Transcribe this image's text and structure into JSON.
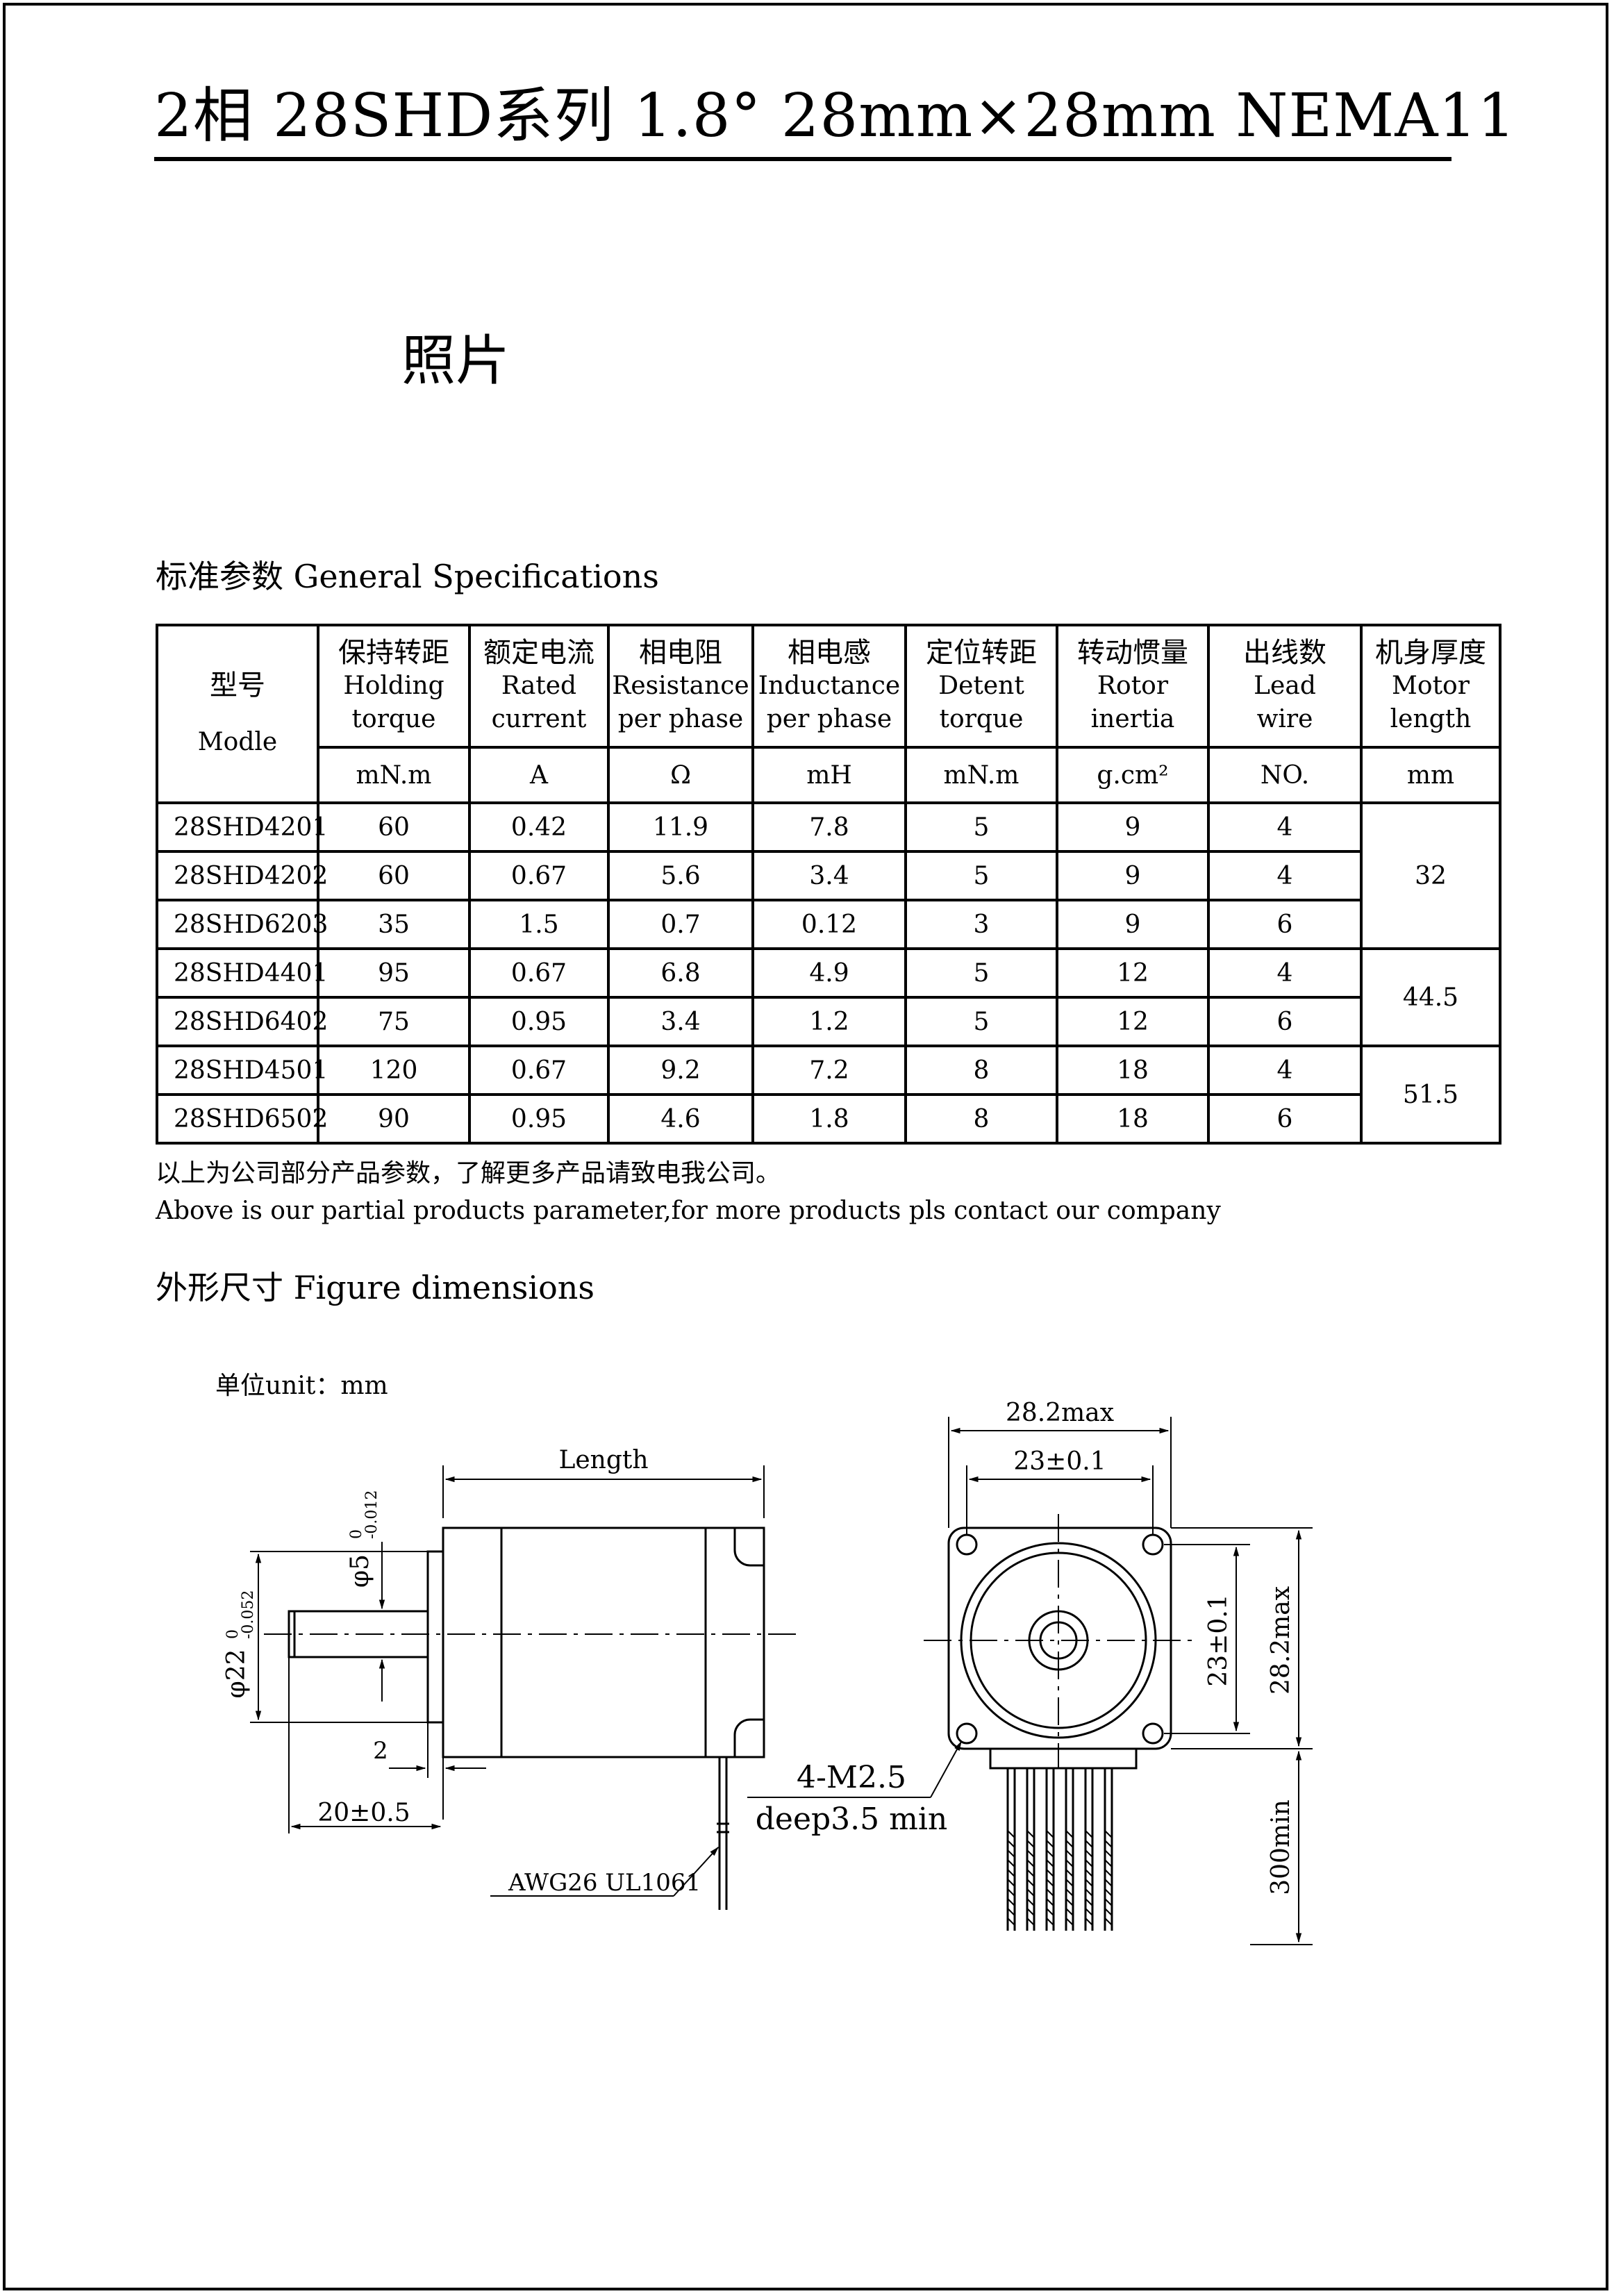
{
  "header": {
    "title": "2相 28SHD系列 1.8°  28mm×28mm NEMA11"
  },
  "photo": {
    "label": "照片"
  },
  "specs": {
    "section_title": "标准参数 General Specifications",
    "model_header_cn": "型号",
    "model_header_en": "Modle",
    "columns": [
      {
        "cn": "保持转距",
        "en1": "Holding",
        "en2": "torque",
        "unit": "mN.m"
      },
      {
        "cn": "额定电流",
        "en1": "Rated",
        "en2": "current",
        "unit": "A"
      },
      {
        "cn": "相电阻",
        "en1": "Resistance",
        "en2": "per phase",
        "unit": "Ω"
      },
      {
        "cn": "相电感",
        "en1": "Inductance",
        "en2": "per phase",
        "unit": "mH"
      },
      {
        "cn": "定位转距",
        "en1": "Detent",
        "en2": "torque",
        "unit": "mN.m"
      },
      {
        "cn": "转动惯量",
        "en1": "Rotor",
        "en2": "inertia",
        "unit": "g.cm²"
      },
      {
        "cn": "出线数",
        "en1": "Lead",
        "en2": "wire",
        "unit": "NO."
      },
      {
        "cn": "机身厚度",
        "en1": "Motor",
        "en2": "length",
        "unit": "mm"
      }
    ],
    "rows": [
      {
        "model": "28SHD4201",
        "values": [
          "60",
          "0.42",
          "11.9",
          "7.8",
          "5",
          "9",
          "4"
        ]
      },
      {
        "model": "28SHD4202",
        "values": [
          "60",
          "0.67",
          "5.6",
          "3.4",
          "5",
          "9",
          "4"
        ]
      },
      {
        "model": "28SHD6203",
        "values": [
          "35",
          "1.5",
          "0.7",
          "0.12",
          "3",
          "9",
          "6"
        ]
      },
      {
        "model": "28SHD4401",
        "values": [
          "95",
          "0.67",
          "6.8",
          "4.9",
          "5",
          "12",
          "4"
        ]
      },
      {
        "model": "28SHD6402",
        "values": [
          "75",
          "0.95",
          "3.4",
          "1.2",
          "5",
          "12",
          "6"
        ]
      },
      {
        "model": "28SHD4501",
        "values": [
          "120",
          "0.67",
          "9.2",
          "7.2",
          "8",
          "18",
          "4"
        ]
      },
      {
        "model": "28SHD6502",
        "values": [
          "90",
          "0.95",
          "4.6",
          "1.8",
          "8",
          "18",
          "6"
        ]
      }
    ],
    "lengths": [
      "32",
      "44.5",
      "51.5"
    ],
    "note_cn": "以上为公司部分产品参数，了解更多产品请致电我公司。",
    "note_en": "Above is our partial products parameter,for more products pls contact our company"
  },
  "dimensions": {
    "section_title": "外形尺寸 Figure dimensions",
    "unit_label": "单位unit：mm",
    "length_label": "Length",
    "shaft_dia_label": "φ5",
    "shaft_dia_tol_upper": "0",
    "shaft_dia_tol_lower": "-0.012",
    "boss_dia_label": "φ22",
    "boss_dia_tol_upper": "0",
    "boss_dia_tol_lower": "-0.052",
    "boss_height": "2",
    "shaft_length": "20±0.5",
    "wire_label": "AWG26 UL1061",
    "body_width_max": "28.2max",
    "hole_spacing": "23±0.1",
    "hole_spacing_v": "23±0.1",
    "body_height_max": "28.2max",
    "thread_label": "4-M2.5",
    "thread_depth": "deep3.5 min",
    "lead_length": "300min"
  }
}
